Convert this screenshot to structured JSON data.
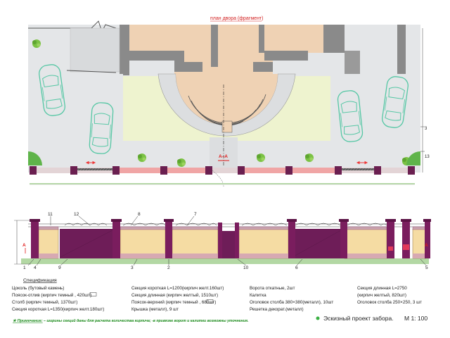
{
  "plan_title": "план двора (фрагмент)",
  "section_label": "А–А",
  "section_marker": "А",
  "callouts": {
    "c1": "1",
    "c2": "2",
    "c3": "3",
    "c4": "4",
    "c5": "5",
    "c6": "6",
    "c7": "7",
    "c8": "8",
    "c9": "9",
    "c10": "10",
    "c11": "11",
    "c12": "12",
    "c13": "13"
  },
  "specification": {
    "heading": "Спецификация",
    "col1": [
      "Цоколь (бутовый камень)",
      "Поясок-отлив (кирпич темный   , 420шт)",
      "Столб (кирпич темный, 1370шт)",
      "Секция короткая L=1350(кирпич желт.180шт)"
    ],
    "col2": [
      "Секция короткая L=1200(кирпич желт.160шт)",
      "Секция длинная (кирпич желтый, 1510шт)",
      "Поясок-верхний (кирпич темный   , 680шт)",
      "Крышка (металл), 9 шт"
    ],
    "col3": [
      "Ворота откатные, 2шт",
      "Калитка",
      "Оголовок столба 380×380(металл), 10шт",
      "Решетка декорат.(металл)"
    ],
    "col4": [
      "Секция длинная L=2750",
      "(кирпич желтый, 820шт)",
      "Оголовок столба 250×250, 3 шт"
    ]
  },
  "note": {
    "star_label": "★ Примечание:",
    "text": " –  ширины секций даны для расчета количества кирпича; -в привязке ворот и калитки возможны уточнения."
  },
  "footer": {
    "title": "Эскизный проект забора.",
    "scale": "М  1: 100"
  },
  "colors": {
    "yard": "#e4e6e8",
    "building": "#efd2b4",
    "wall": "#8a8a8a",
    "lawn": "#eef3cf",
    "pier": "#7a1d5e",
    "panel_yellow": "#f5dca3",
    "plinth": "#b3d8a4",
    "car": "#55c7a4",
    "accent_green": "#3bb043"
  }
}
